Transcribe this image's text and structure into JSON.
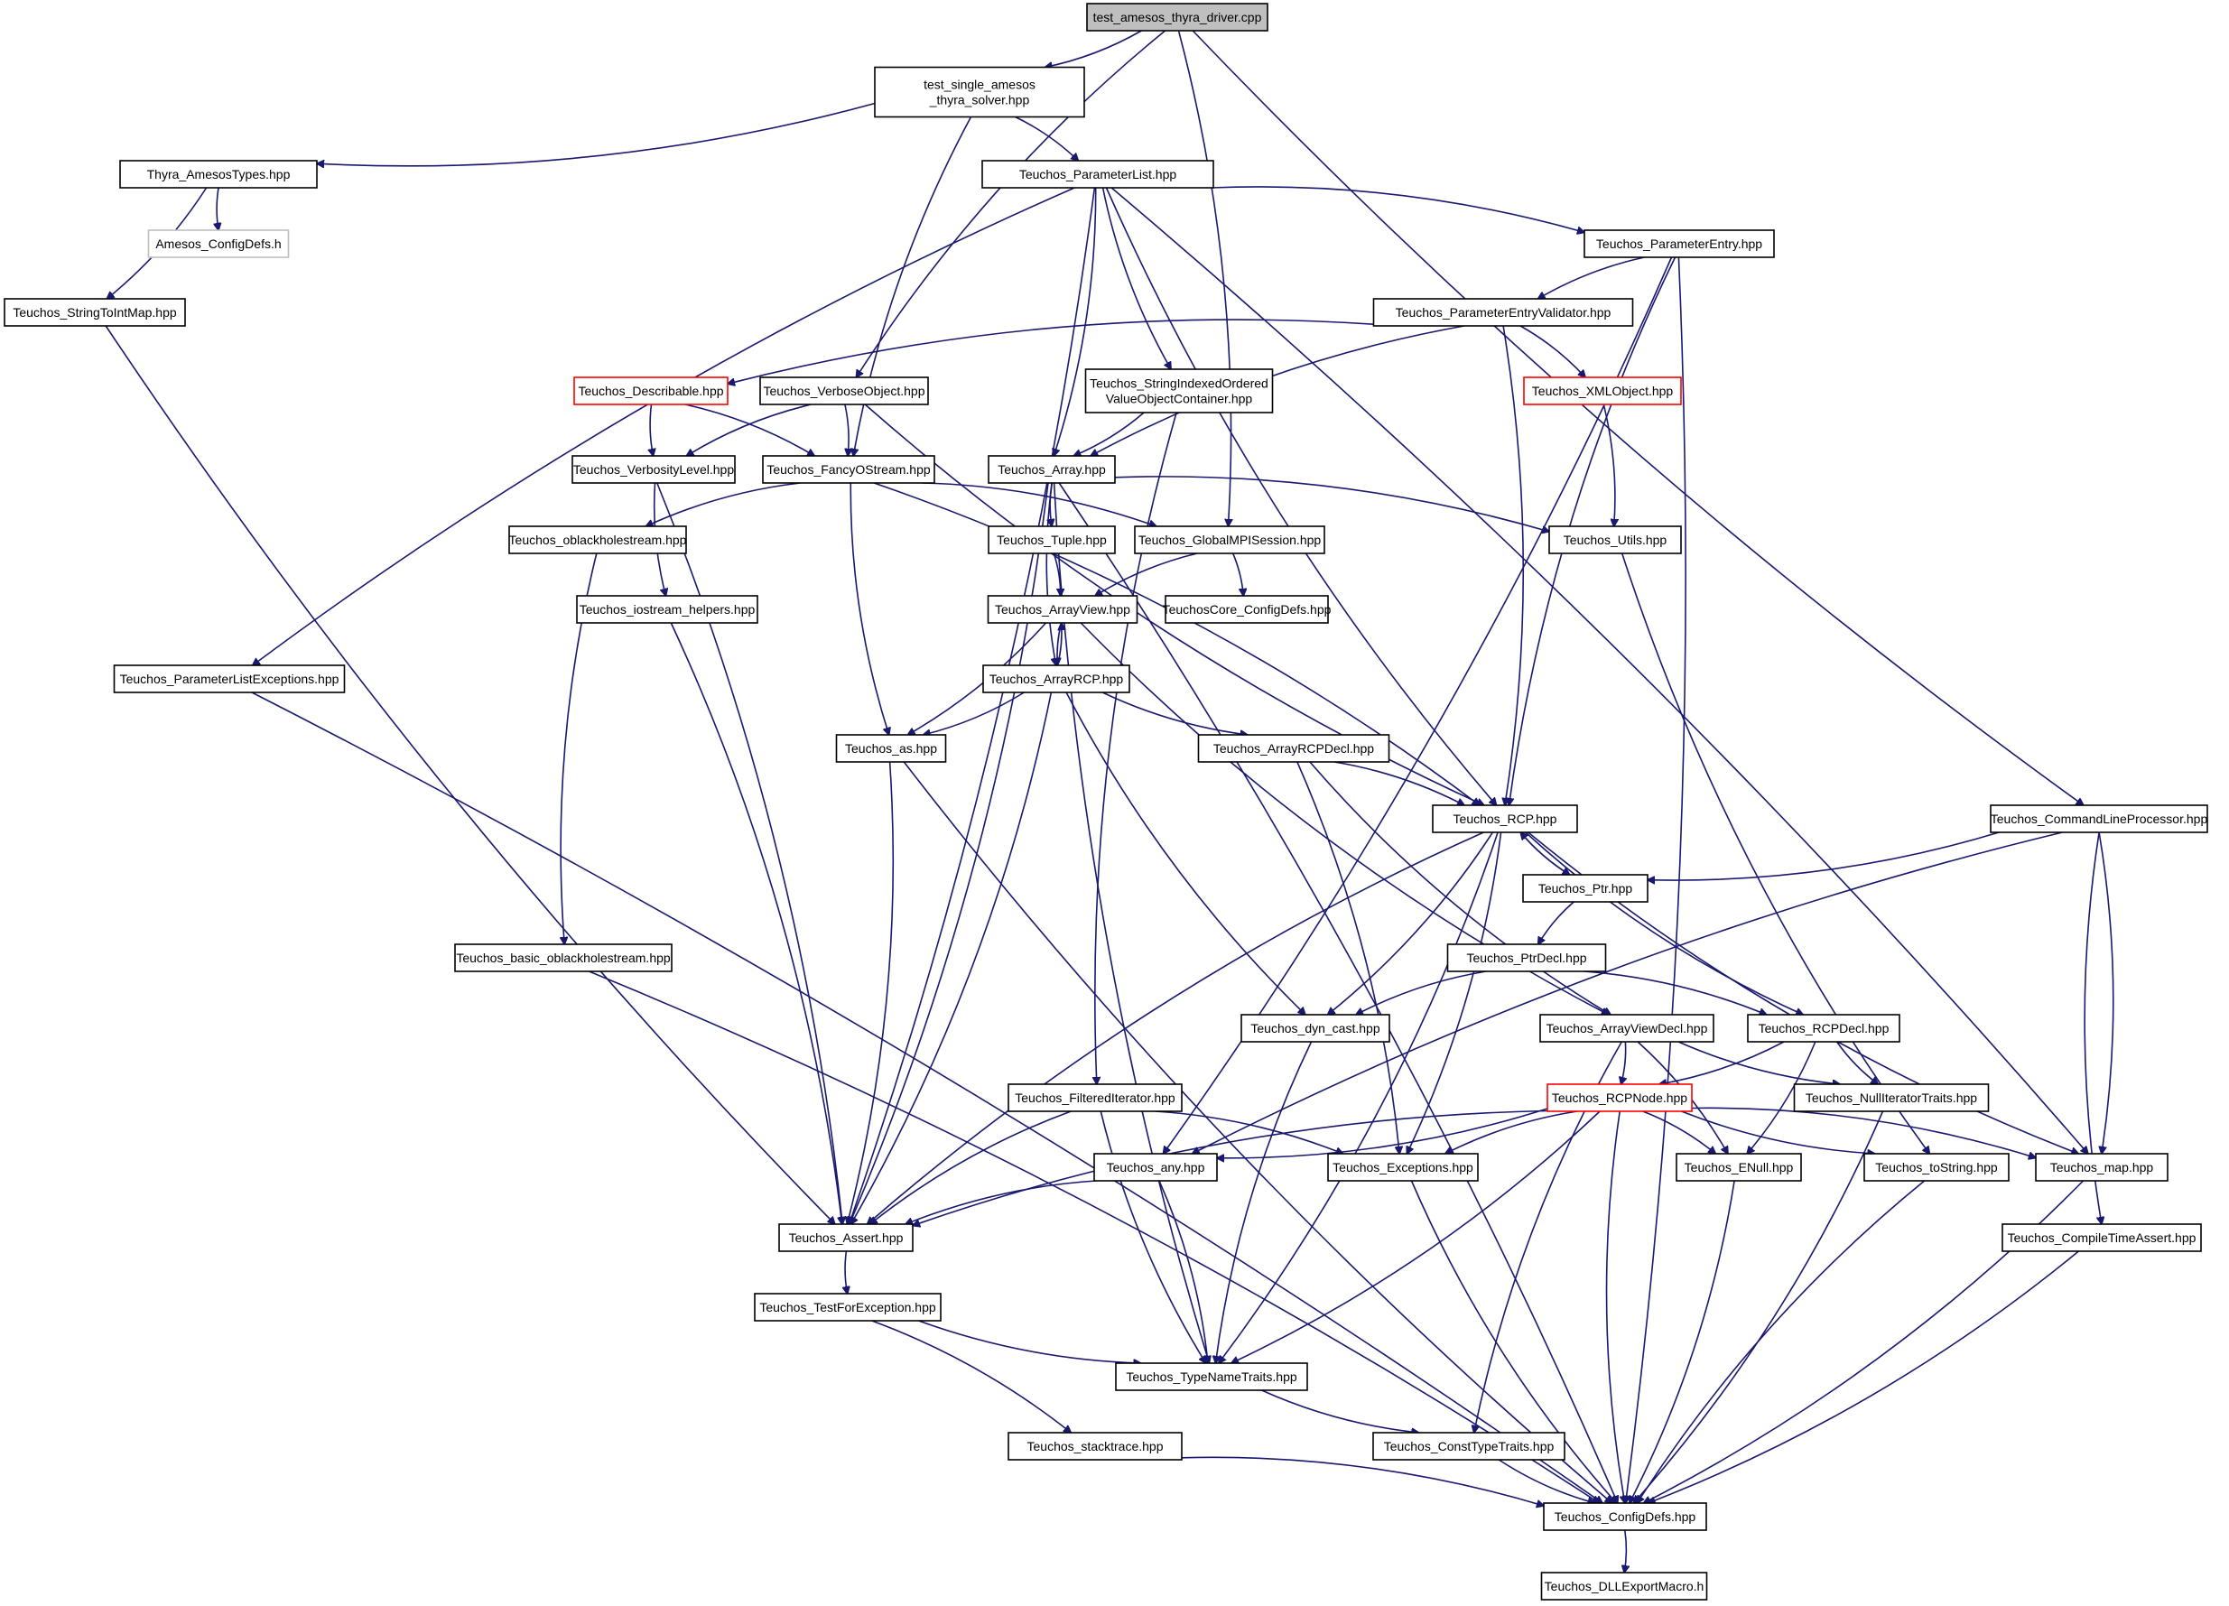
{
  "title": "",
  "colors": {
    "edge": "#191970",
    "root_fill": "#bfbfbf",
    "node_border": "#000000",
    "incomplete_border": "#ff0000",
    "external_border": "#bfbfbf"
  },
  "nodes": [
    {
      "id": "root",
      "lines": [
        "test_amesos_thyra_driver.cpp"
      ],
      "style": "root"
    },
    {
      "id": "single",
      "lines": [
        "test_single_amesos",
        "_thyra_solver.hpp"
      ],
      "style": "normal"
    },
    {
      "id": "thyra_types",
      "lines": [
        "Thyra_AmesosTypes.hpp"
      ],
      "style": "normal"
    },
    {
      "id": "amesos_cfg",
      "lines": [
        "Amesos_ConfigDefs.h"
      ],
      "style": "gray"
    },
    {
      "id": "str2int",
      "lines": [
        "Teuchos_StringToIntMap.hpp"
      ],
      "style": "normal"
    },
    {
      "id": "paramlist",
      "lines": [
        "Teuchos_ParameterList.hpp"
      ],
      "style": "normal"
    },
    {
      "id": "paramentry",
      "lines": [
        "Teuchos_ParameterEntry.hpp"
      ],
      "style": "normal"
    },
    {
      "id": "pev",
      "lines": [
        "Teuchos_ParameterEntryValidator.hpp"
      ],
      "style": "normal"
    },
    {
      "id": "describable",
      "lines": [
        "Teuchos_Describable.hpp"
      ],
      "style": "red"
    },
    {
      "id": "verboseobj",
      "lines": [
        "Teuchos_VerboseObject.hpp"
      ],
      "style": "normal"
    },
    {
      "id": "siovc",
      "lines": [
        "Teuchos_StringIndexedOrdered",
        "ValueObjectContainer.hpp"
      ],
      "style": "normal"
    },
    {
      "id": "xmlobj",
      "lines": [
        "Teuchos_XMLObject.hpp"
      ],
      "style": "red"
    },
    {
      "id": "verblevel",
      "lines": [
        "Teuchos_VerbosityLevel.hpp"
      ],
      "style": "normal"
    },
    {
      "id": "fancy",
      "lines": [
        "Teuchos_FancyOStream.hpp"
      ],
      "style": "normal"
    },
    {
      "id": "array",
      "lines": [
        "Teuchos_Array.hpp"
      ],
      "style": "normal"
    },
    {
      "id": "oblack",
      "lines": [
        "Teuchos_oblackholestream.hpp"
      ],
      "style": "normal"
    },
    {
      "id": "tuple",
      "lines": [
        "Teuchos_Tuple.hpp"
      ],
      "style": "normal"
    },
    {
      "id": "globalmpi",
      "lines": [
        "Teuchos_GlobalMPISession.hpp"
      ],
      "style": "normal"
    },
    {
      "id": "utils",
      "lines": [
        "Teuchos_Utils.hpp"
      ],
      "style": "normal"
    },
    {
      "id": "iostream",
      "lines": [
        "Teuchos_iostream_helpers.hpp"
      ],
      "style": "normal"
    },
    {
      "id": "arrayview",
      "lines": [
        "Teuchos_ArrayView.hpp"
      ],
      "style": "normal"
    },
    {
      "id": "corecfg",
      "lines": [
        "TeuchosCore_ConfigDefs.hpp"
      ],
      "style": "normal"
    },
    {
      "id": "pleexc",
      "lines": [
        "Teuchos_ParameterListExceptions.hpp"
      ],
      "style": "normal"
    },
    {
      "id": "arrayrcp",
      "lines": [
        "Teuchos_ArrayRCP.hpp"
      ],
      "style": "normal"
    },
    {
      "id": "as",
      "lines": [
        "Teuchos_as.hpp"
      ],
      "style": "normal"
    },
    {
      "id": "arcpdecl",
      "lines": [
        "Teuchos_ArrayRCPDecl.hpp"
      ],
      "style": "normal"
    },
    {
      "id": "rcp",
      "lines": [
        "Teuchos_RCP.hpp"
      ],
      "style": "normal"
    },
    {
      "id": "clp",
      "lines": [
        "Teuchos_CommandLineProcessor.hpp"
      ],
      "style": "normal"
    },
    {
      "id": "ptr",
      "lines": [
        "Teuchos_Ptr.hpp"
      ],
      "style": "normal"
    },
    {
      "id": "basicob",
      "lines": [
        "Teuchos_basic_oblackholestream.hpp"
      ],
      "style": "normal"
    },
    {
      "id": "ptrdecl",
      "lines": [
        "Teuchos_PtrDecl.hpp"
      ],
      "style": "normal"
    },
    {
      "id": "dyncast",
      "lines": [
        "Teuchos_dyn_cast.hpp"
      ],
      "style": "normal"
    },
    {
      "id": "avdecl",
      "lines": [
        "Teuchos_ArrayViewDecl.hpp"
      ],
      "style": "normal"
    },
    {
      "id": "rcpdecl",
      "lines": [
        "Teuchos_RCPDecl.hpp"
      ],
      "style": "normal"
    },
    {
      "id": "filtered",
      "lines": [
        "Teuchos_FilteredIterator.hpp"
      ],
      "style": "normal"
    },
    {
      "id": "rcpnode",
      "lines": [
        "Teuchos_RCPNode.hpp"
      ],
      "style": "red"
    },
    {
      "id": "nullit",
      "lines": [
        "Teuchos_NullIteratorTraits.hpp"
      ],
      "style": "normal"
    },
    {
      "id": "any",
      "lines": [
        "Teuchos_any.hpp"
      ],
      "style": "normal"
    },
    {
      "id": "exceptions",
      "lines": [
        "Teuchos_Exceptions.hpp"
      ],
      "style": "normal"
    },
    {
      "id": "enull",
      "lines": [
        "Teuchos_ENull.hpp"
      ],
      "style": "normal"
    },
    {
      "id": "tostring",
      "lines": [
        "Teuchos_toString.hpp"
      ],
      "style": "normal"
    },
    {
      "id": "map",
      "lines": [
        "Teuchos_map.hpp"
      ],
      "style": "normal"
    },
    {
      "id": "assert",
      "lines": [
        "Teuchos_Assert.hpp"
      ],
      "style": "normal"
    },
    {
      "id": "cta",
      "lines": [
        "Teuchos_CompileTimeAssert.hpp"
      ],
      "style": "normal"
    },
    {
      "id": "tfe",
      "lines": [
        "Teuchos_TestForException.hpp"
      ],
      "style": "normal"
    },
    {
      "id": "typename",
      "lines": [
        "Teuchos_TypeNameTraits.hpp"
      ],
      "style": "normal"
    },
    {
      "id": "stacktrace",
      "lines": [
        "Teuchos_stacktrace.hpp"
      ],
      "style": "normal"
    },
    {
      "id": "consttype",
      "lines": [
        "Teuchos_ConstTypeTraits.hpp"
      ],
      "style": "normal"
    },
    {
      "id": "configdefs",
      "lines": [
        "Teuchos_ConfigDefs.hpp"
      ],
      "style": "normal"
    },
    {
      "id": "dll",
      "lines": [
        "Teuchos_DLLExportMacro.h"
      ],
      "style": "normal"
    }
  ],
  "edges": [
    [
      "root",
      "single"
    ],
    [
      "root",
      "verboseobj"
    ],
    [
      "root",
      "globalmpi"
    ],
    [
      "root",
      "clp"
    ],
    [
      "single",
      "thyra_types"
    ],
    [
      "single",
      "fancy"
    ],
    [
      "single",
      "paramlist"
    ],
    [
      "thyra_types",
      "amesos_cfg"
    ],
    [
      "thyra_types",
      "str2int"
    ],
    [
      "str2int",
      "assert"
    ],
    [
      "paramlist",
      "paramentry"
    ],
    [
      "paramlist",
      "siovc"
    ],
    [
      "paramlist",
      "array"
    ],
    [
      "paramlist",
      "pleexc"
    ],
    [
      "paramlist",
      "assert"
    ],
    [
      "paramlist",
      "rcp"
    ],
    [
      "paramlist",
      "map"
    ],
    [
      "paramentry",
      "pev"
    ],
    [
      "paramentry",
      "any"
    ],
    [
      "paramentry",
      "rcp"
    ],
    [
      "paramentry",
      "configdefs"
    ],
    [
      "pev",
      "describable"
    ],
    [
      "pev",
      "xmlobj"
    ],
    [
      "pev",
      "array"
    ],
    [
      "pev",
      "rcp"
    ],
    [
      "describable",
      "verblevel"
    ],
    [
      "describable",
      "fancy"
    ],
    [
      "verboseobj",
      "verblevel"
    ],
    [
      "verboseobj",
      "fancy"
    ],
    [
      "verboseobj",
      "rcp"
    ],
    [
      "siovc",
      "array"
    ],
    [
      "siovc",
      "filtered"
    ],
    [
      "xmlobj",
      "utils"
    ],
    [
      "verblevel",
      "iostream"
    ],
    [
      "verblevel",
      "assert"
    ],
    [
      "fancy",
      "oblack"
    ],
    [
      "fancy",
      "globalmpi"
    ],
    [
      "fancy",
      "as"
    ],
    [
      "fancy",
      "rcp"
    ],
    [
      "array",
      "tuple"
    ],
    [
      "array",
      "utils"
    ],
    [
      "array",
      "arrayrcp"
    ],
    [
      "array",
      "assert"
    ],
    [
      "array",
      "typename"
    ],
    [
      "array",
      "configdefs"
    ],
    [
      "oblack",
      "basicob"
    ],
    [
      "tuple",
      "arrayview"
    ],
    [
      "globalmpi",
      "arrayview"
    ],
    [
      "globalmpi",
      "corecfg"
    ],
    [
      "utils",
      "tostring"
    ],
    [
      "iostream",
      "assert"
    ],
    [
      "arrayview",
      "arrayrcp"
    ],
    [
      "arrayview",
      "as"
    ],
    [
      "arrayview",
      "avdecl"
    ],
    [
      "pleexc",
      "configdefs"
    ],
    [
      "arrayrcp",
      "arrayview"
    ],
    [
      "arrayrcp",
      "as"
    ],
    [
      "arrayrcp",
      "arcpdecl"
    ],
    [
      "arrayrcp",
      "assert"
    ],
    [
      "arrayrcp",
      "dyncast"
    ],
    [
      "as",
      "assert"
    ],
    [
      "as",
      "configdefs"
    ],
    [
      "arcpdecl",
      "rcp"
    ],
    [
      "arcpdecl",
      "avdecl"
    ],
    [
      "arcpdecl",
      "exceptions"
    ],
    [
      "rcp",
      "ptr"
    ],
    [
      "rcp",
      "dyncast"
    ],
    [
      "rcp",
      "rcpdecl"
    ],
    [
      "rcp",
      "exceptions"
    ],
    [
      "rcp",
      "assert"
    ],
    [
      "rcp",
      "typename"
    ],
    [
      "rcp",
      "map"
    ],
    [
      "clp",
      "ptr"
    ],
    [
      "clp",
      "any"
    ],
    [
      "clp",
      "map"
    ],
    [
      "clp",
      "cta"
    ],
    [
      "ptr",
      "rcp"
    ],
    [
      "ptr",
      "ptrdecl"
    ],
    [
      "basicob",
      "configdefs"
    ],
    [
      "ptrdecl",
      "dyncast"
    ],
    [
      "ptrdecl",
      "rcpdecl"
    ],
    [
      "dyncast",
      "typename"
    ],
    [
      "avdecl",
      "rcpnode"
    ],
    [
      "avdecl",
      "nullit"
    ],
    [
      "avdecl",
      "enull"
    ],
    [
      "avdecl",
      "consttype"
    ],
    [
      "rcpdecl",
      "rcpnode"
    ],
    [
      "rcpdecl",
      "nullit"
    ],
    [
      "rcpdecl",
      "enull"
    ],
    [
      "filtered",
      "assert"
    ],
    [
      "filtered",
      "exceptions"
    ],
    [
      "filtered",
      "typename"
    ],
    [
      "rcpnode",
      "any"
    ],
    [
      "rcpnode",
      "exceptions"
    ],
    [
      "rcpnode",
      "enull"
    ],
    [
      "rcpnode",
      "tostring"
    ],
    [
      "rcpnode",
      "map"
    ],
    [
      "rcpnode",
      "assert"
    ],
    [
      "rcpnode",
      "typename"
    ],
    [
      "rcpnode",
      "configdefs"
    ],
    [
      "nullit",
      "configdefs"
    ],
    [
      "any",
      "assert"
    ],
    [
      "any",
      "typename"
    ],
    [
      "exceptions",
      "configdefs"
    ],
    [
      "enull",
      "configdefs"
    ],
    [
      "tostring",
      "configdefs"
    ],
    [
      "map",
      "configdefs"
    ],
    [
      "assert",
      "tfe"
    ],
    [
      "cta",
      "configdefs"
    ],
    [
      "tfe",
      "typename"
    ],
    [
      "tfe",
      "stacktrace"
    ],
    [
      "typename",
      "consttype"
    ],
    [
      "stacktrace",
      "configdefs"
    ],
    [
      "consttype",
      "configdefs"
    ],
    [
      "configdefs",
      "dll"
    ]
  ]
}
